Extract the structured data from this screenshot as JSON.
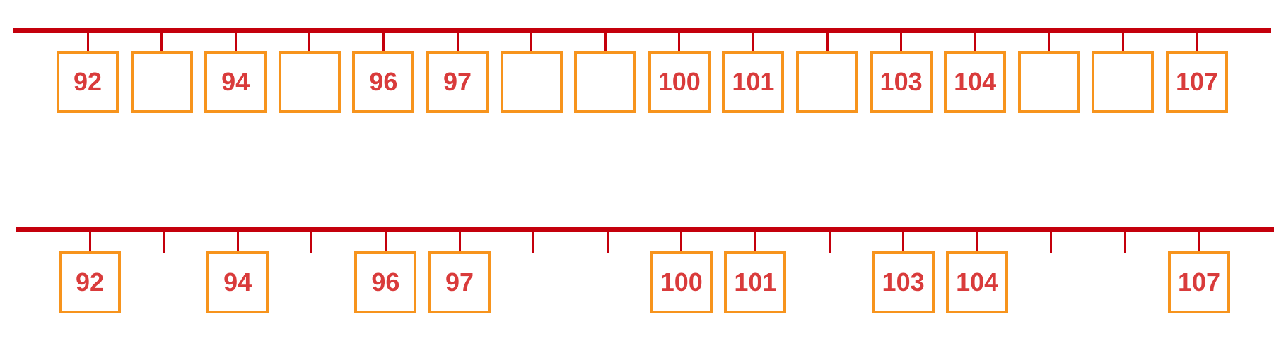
{
  "colors": {
    "line": "#c4000c",
    "box_border": "#f7941d",
    "number": "#d93b3b"
  },
  "top_row": {
    "slots": [
      "92",
      "",
      "94",
      "",
      "96",
      "97",
      "",
      "",
      "100",
      "101",
      "",
      "103",
      "104",
      "",
      "",
      "107"
    ]
  },
  "bottom_row": {
    "slots": [
      "92",
      "",
      "94",
      "",
      "96",
      "97",
      "",
      "",
      "100",
      "101",
      "",
      "103",
      "104",
      "",
      "",
      "107"
    ]
  }
}
